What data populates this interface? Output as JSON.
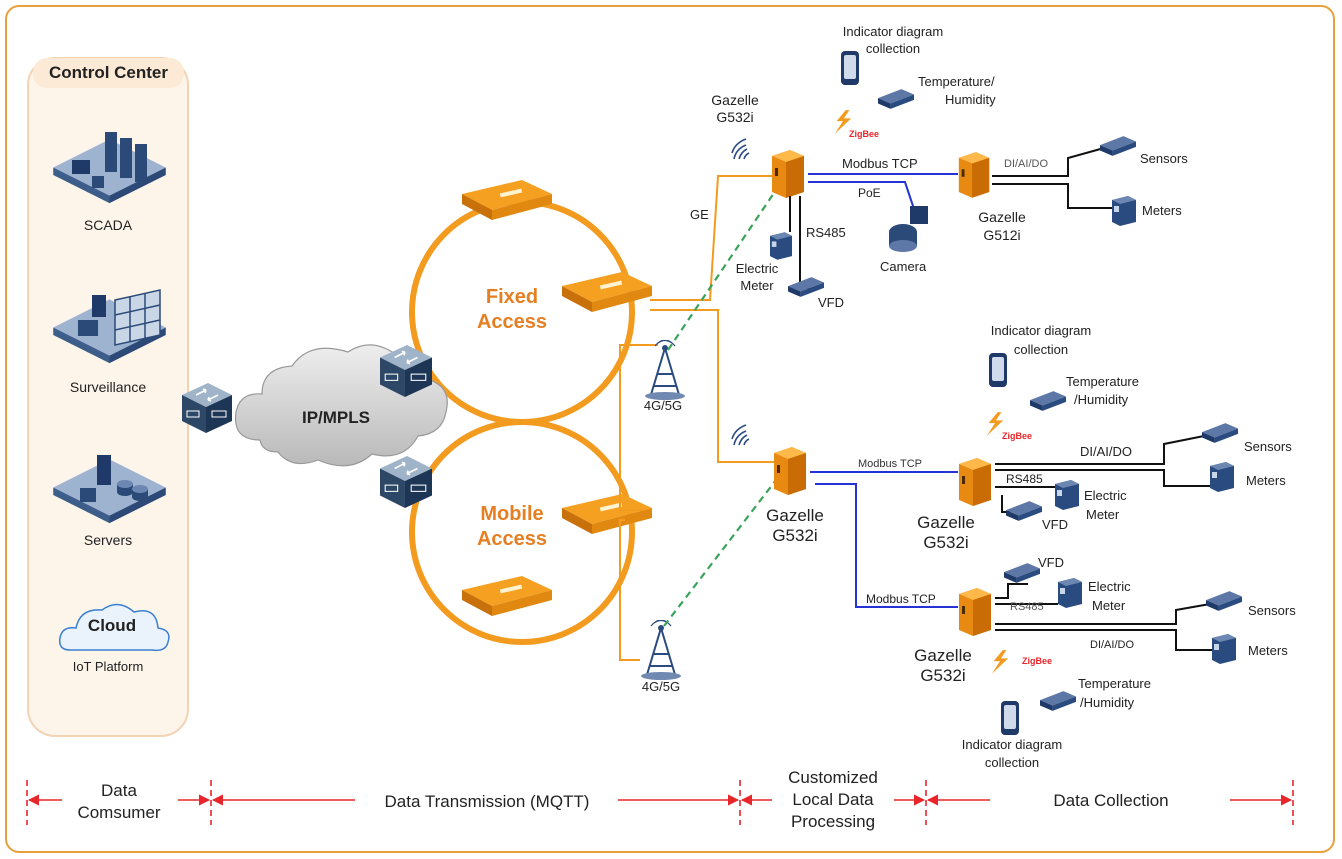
{
  "control_center": {
    "title": "Control Center",
    "items": [
      "SCADA",
      "Surveillance",
      "Servers",
      "IoT Platform"
    ],
    "cloud_label": "Cloud"
  },
  "network": {
    "ip_mpls": "IP/MPLS",
    "fixed_access": [
      "Fixed",
      "Access"
    ],
    "mobile_access": [
      "Mobile",
      "Access"
    ],
    "tower_label": "4G/5G",
    "ge_label": "GE"
  },
  "site1": {
    "gateway": [
      "Gazelle",
      "G532i"
    ],
    "modbus": "Modbus TCP",
    "poe": "PoE",
    "camera": "Camera",
    "rs485": "RS485",
    "electric_meter": [
      "Electric",
      "Meter"
    ],
    "vfd": "VFD",
    "indicator": [
      "Indicator diagram",
      "collection"
    ],
    "temp_humidity": [
      "Temperature/",
      "Humidity"
    ],
    "zigbee": "ZigBee",
    "sub_gateway": [
      "Gazelle",
      "G512i"
    ],
    "dio": "DI/AI/DO",
    "sensors": "Sensors",
    "meters": "Meters"
  },
  "site2": {
    "gateway": [
      "Gazelle",
      "G532i"
    ],
    "modbus_a": "Modbus TCP",
    "modbus_b": "Modbus TCP",
    "gw_a": [
      "Gazelle",
      "G532i"
    ],
    "gw_b": [
      "Gazelle",
      "G532i"
    ],
    "indicator_a": [
      "Indicator diagram",
      "collection"
    ],
    "temp_a": [
      "Temperature",
      "/Humidity"
    ],
    "zigbee_a": "ZigBee",
    "dio_a": "DI/AI/DO",
    "rs485_a": "RS485",
    "sensors_a": "Sensors",
    "meters_a": "Meters",
    "electric_meter_a": [
      "Electric",
      "Meter"
    ],
    "vfd_a": "VFD",
    "vfd_b": "VFD",
    "electric_meter_b": [
      "Electric",
      "Meter"
    ],
    "rs485_b": "RS485",
    "dio_b": "DI/AI/DO",
    "sensors_b": "Sensors",
    "meters_b": "Meters",
    "zigbee_b": "ZigBee",
    "temp_b": [
      "Temperature",
      "/Humidity"
    ],
    "indicator_b": [
      "Indicator diagram",
      "collection"
    ]
  },
  "stages": {
    "consumer": [
      "Data",
      "Comsumer"
    ],
    "transmission": "Data Transmission (MQTT)",
    "processing": [
      "Customized",
      "Local Data",
      "Processing"
    ],
    "collection": "Data Collection"
  },
  "colors": {
    "accent": "#f29b1f",
    "link_blue": "#2432d6",
    "wireless": "#3aa35a",
    "arrow": "#e8252a",
    "zigbee": "#e8252a"
  }
}
